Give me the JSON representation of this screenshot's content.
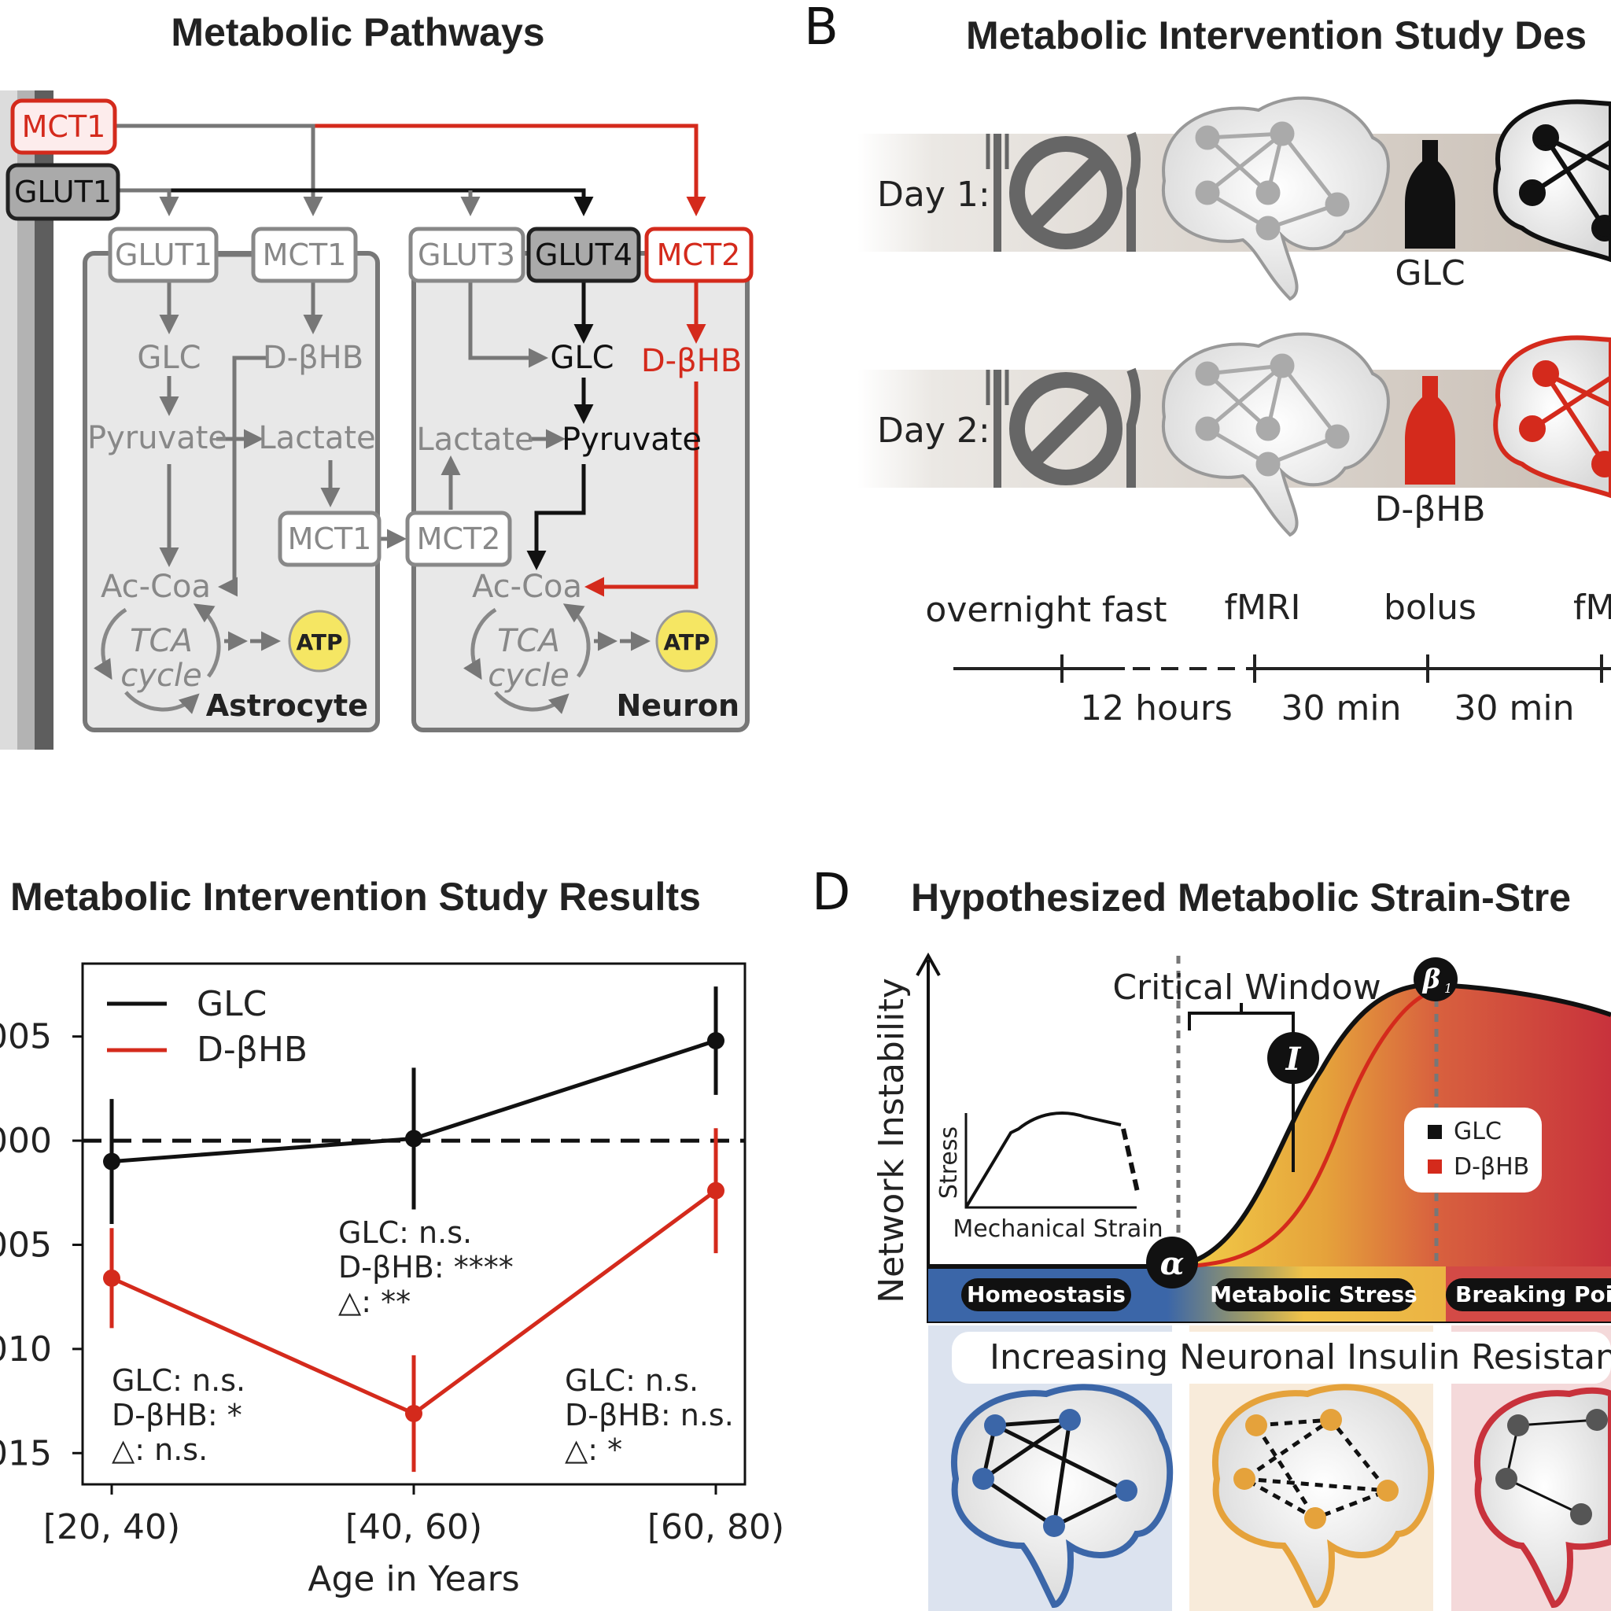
{
  "panelA": {
    "title": "Metabolic Pathways",
    "transporters": {
      "bbb_mct1": "MCT1",
      "bbb_glut1": "GLUT1",
      "astro_glut1": "GLUT1",
      "astro_mct1": "MCT1",
      "neuron_glut3": "GLUT3",
      "neuron_glut4": "GLUT4",
      "neuron_mct2": "MCT2",
      "shuttle_mct1": "MCT1",
      "shuttle_mct2": "MCT2"
    },
    "astrocyte": {
      "glc": "GLC",
      "dbhb": "D-βHB",
      "pyruvate": "Pyruvate",
      "lactate": "Lactate",
      "accoa": "Ac-Coa",
      "tca1": "TCA",
      "tca2": "cycle",
      "atp": "ATP",
      "name": "Astrocyte"
    },
    "neuron": {
      "glc": "GLC",
      "dbhb": "D-βHB",
      "pyruvate": "Pyruvate",
      "lactate": "Lactate",
      "accoa": "Ac-Coa",
      "tca1": "TCA",
      "tca2": "cycle",
      "atp": "ATP",
      "name": "Neuron"
    }
  },
  "panelB": {
    "letter": "B",
    "title": "Metabolic Intervention Study Des",
    "day1": "Day 1:",
    "day2": "Day 2:",
    "bolus1": "GLC",
    "bolus2": "D-βHB",
    "timeline": {
      "overnight": "overnight fast",
      "fmri1": "fMRI",
      "bolus": "bolus",
      "fmri2": "fM",
      "d1": "12 hours",
      "d2": "30 min",
      "d3": "30 min"
    },
    "colors": {
      "glc": "#111111",
      "dbhb": "#d42a1c"
    }
  },
  "panelC": {
    "title": "Metabolic Intervention Study Results",
    "xlabel": "Age in Years",
    "legend": {
      "glc": "GLC",
      "dbhb": "D-βHB"
    },
    "annotations": [
      [
        "GLC: n.s.",
        "D-βHB: *",
        "△: n.s."
      ],
      [
        "GLC: n.s.",
        "D-βHB: ****",
        "△: **"
      ],
      [
        "GLC: n.s.",
        "D-βHB: n.s.",
        "△: *"
      ]
    ]
  },
  "panelD": {
    "letter": "D",
    "title": "Hypothesized Metabolic Strain-Stre",
    "ylabel": "Network Instability",
    "critical_window": "Critical Window",
    "alpha": "α",
    "beta": "β",
    "beta_sub": "1",
    "inflection": "I",
    "inset": {
      "ylabel": "Stress",
      "xlabel": "Mechanical Strain"
    },
    "legend": {
      "glc": "GLC",
      "dbhb": "D-βHB"
    },
    "phases": {
      "homeostasis": "Homeostasis",
      "stress": "Metabolic Stress",
      "breaking": "Breaking Poin"
    },
    "banner": "Increasing Neuronal Insulin Resistanc",
    "colors": {
      "homeostasis": "#3b66a8",
      "stress": "#e5a23b",
      "breaking": "#c8323c"
    }
  },
  "chart_data": {
    "type": "line",
    "categories": [
      "[20, 40)",
      "[40, 60)",
      "[60, 80)"
    ],
    "y_tick_labels": [
      "005",
      "000",
      "005",
      "010",
      "015"
    ],
    "series": [
      {
        "name": "GLC",
        "values": [
          -0.001,
          0.0001,
          0.0048
        ],
        "err": [
          0.003,
          0.0034,
          0.0026
        ],
        "color": "#111111"
      },
      {
        "name": "D-βHB",
        "values": [
          -0.0066,
          -0.0131,
          -0.0024
        ],
        "err": [
          0.0024,
          0.0028,
          0.003
        ],
        "color": "#d42a1c"
      }
    ],
    "ylim": [
      -0.0165,
      0.0085
    ],
    "xlabel": "Age in Years",
    "reference_line": 0,
    "legend_position": "top-left"
  }
}
